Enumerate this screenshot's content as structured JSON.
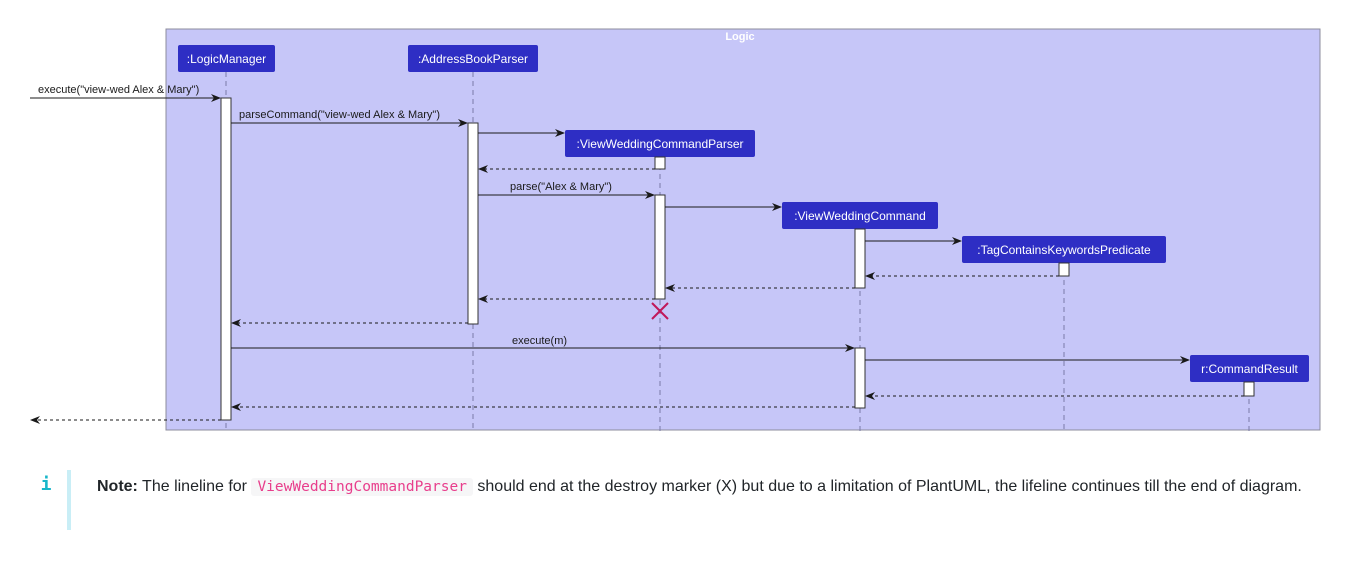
{
  "diagram": {
    "frame_title": "Logic",
    "participants": [
      {
        "id": "lm",
        "label": ":LogicManager"
      },
      {
        "id": "abp",
        "label": ":AddressBookParser"
      },
      {
        "id": "vwcp",
        "label": ":ViewWeddingCommandParser"
      },
      {
        "id": "vwc",
        "label": ":ViewWeddingCommand"
      },
      {
        "id": "tckp",
        "label": ":TagContainsKeywordsPredicate"
      },
      {
        "id": "cr",
        "label": "r:CommandResult"
      }
    ],
    "messages": [
      {
        "from": "ext",
        "to": "lm",
        "label": "execute(\"view-wed Alex & Mary\")",
        "kind": "call"
      },
      {
        "from": "lm",
        "to": "abp",
        "label": "parseCommand(\"view-wed Alex & Mary\")",
        "kind": "call"
      },
      {
        "from": "abp",
        "to": "vwcp",
        "label": "",
        "kind": "create"
      },
      {
        "from": "vwcp",
        "to": "abp",
        "label": "",
        "kind": "return"
      },
      {
        "from": "abp",
        "to": "vwcp",
        "label": "parse(\"Alex & Mary\")",
        "kind": "call"
      },
      {
        "from": "vwcp",
        "to": "vwc",
        "label": "",
        "kind": "create"
      },
      {
        "from": "vwc",
        "to": "tckp",
        "label": "",
        "kind": "create"
      },
      {
        "from": "tckp",
        "to": "vwc",
        "label": "",
        "kind": "return"
      },
      {
        "from": "vwc",
        "to": "vwcp",
        "label": "",
        "kind": "return"
      },
      {
        "from": "vwcp",
        "to": "abp",
        "label": "",
        "kind": "return"
      },
      {
        "from": "abp",
        "to": "lm",
        "label": "",
        "kind": "return"
      },
      {
        "from": "lm",
        "to": "vwc",
        "label": "execute(m)",
        "kind": "call"
      },
      {
        "from": "vwc",
        "to": "cr",
        "label": "",
        "kind": "create"
      },
      {
        "from": "cr",
        "to": "vwc",
        "label": "",
        "kind": "return"
      },
      {
        "from": "vwc",
        "to": "lm",
        "label": "",
        "kind": "return"
      },
      {
        "from": "lm",
        "to": "ext",
        "label": "",
        "kind": "return"
      }
    ],
    "destroyed": [
      "vwcp"
    ]
  },
  "note": {
    "icon": "info-icon",
    "label": "Note:",
    "text_before": " The lineline for ",
    "code": "ViewWeddingCommandParser",
    "text_after": " should end at the destroy marker (X) but due to a limitation of PlantUML, the lifeline continues till the end of diagram."
  },
  "colors": {
    "frame_bg": "#c6c6f8",
    "participant": "#2e2ec4",
    "destroy": "#c0185a"
  }
}
